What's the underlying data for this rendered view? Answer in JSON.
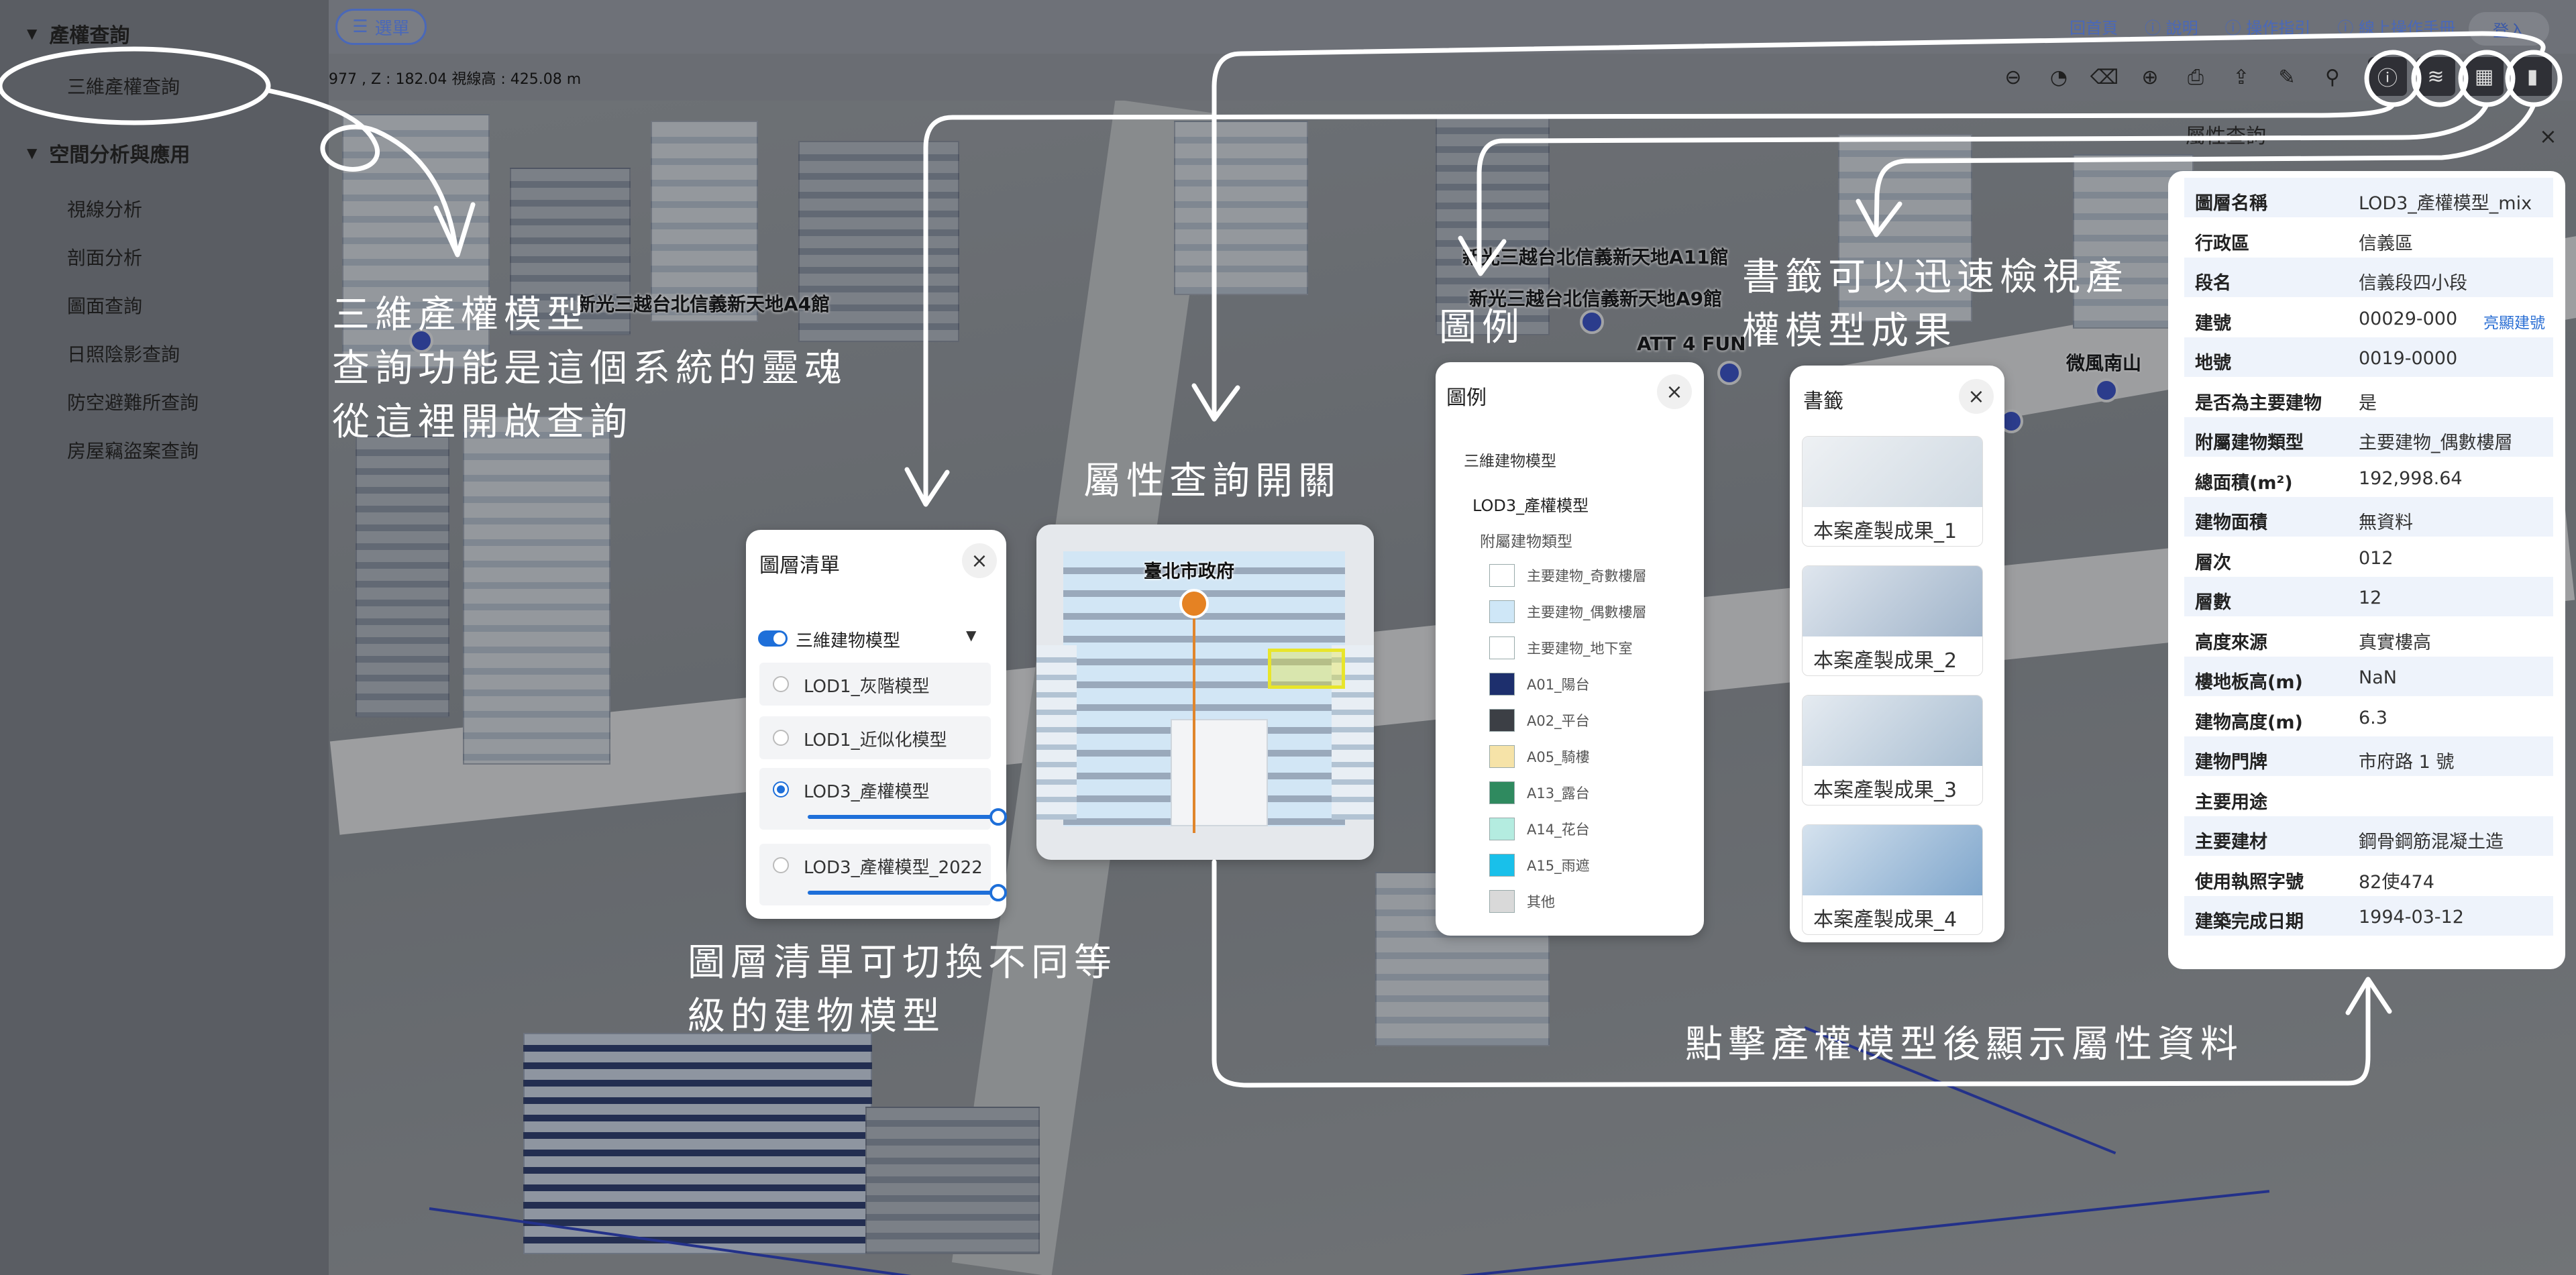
{
  "topbar": {
    "menu_label": "選單",
    "links": [
      "回首頁",
      "說明",
      "操作指引",
      "線上操作手冊"
    ],
    "login_label": "登入",
    "coord_text": "977 , Z : 182.04 視線高 : 425.08 m"
  },
  "sidebar": {
    "groups": [
      {
        "label": "產權查詢",
        "items": [
          "三維產權查詢"
        ]
      },
      {
        "label": "空間分析與應用",
        "items": [
          "視線分析",
          "剖面分析",
          "圖面查詢",
          "日照陰影查詢",
          "防空避難所查詢",
          "房屋竊盜案查詢"
        ]
      }
    ]
  },
  "map_labels": [
    "新光三越台北信義新天地A4館",
    "新光三越台北信義新天地A11館",
    "新光三越台北信義新天地A9館",
    "ATT 4 FUN",
    "微風南山"
  ],
  "layer_panel": {
    "title": "圖層清單",
    "group_label": "三維建物模型",
    "layers": [
      {
        "label": "LOD1_灰階模型",
        "selected": false,
        "slider": false
      },
      {
        "label": "LOD1_近似化模型",
        "selected": false,
        "slider": false
      },
      {
        "label": "LOD3_產權模型",
        "selected": true,
        "slider": true,
        "opacity": 1.0
      },
      {
        "label": "LOD3_產權模型_2022",
        "selected": false,
        "slider": true,
        "opacity": 1.0
      }
    ]
  },
  "inset": {
    "label": "臺北市政府"
  },
  "legend_panel": {
    "title": "圖例",
    "section": "三維建物模型",
    "layer": "LOD3_產權模型",
    "sub": "附屬建物類型",
    "entries": [
      {
        "label": "主要建物_奇數樓層",
        "color": "#ffffff"
      },
      {
        "label": "主要建物_偶數樓層",
        "color": "#cfe7f7"
      },
      {
        "label": "主要建物_地下室",
        "color": "#ffffff"
      },
      {
        "label": "A01_陽台",
        "color": "#1d2f6d"
      },
      {
        "label": "A02_平台",
        "color": "#3c3f45"
      },
      {
        "label": "A05_騎樓",
        "color": "#f6e3a8"
      },
      {
        "label": "A13_露台",
        "color": "#2f8a5f"
      },
      {
        "label": "A14_花台",
        "color": "#b4ece0"
      },
      {
        "label": "A15_雨遮",
        "color": "#19c0ea"
      },
      {
        "label": "其他",
        "color": "#d9d9d9"
      }
    ]
  },
  "bookmark_panel": {
    "title": "書籤",
    "items": [
      "本案產製成果_1",
      "本案產製成果_2",
      "本案產製成果_3",
      "本案產製成果_4"
    ]
  },
  "attribute_panel": {
    "header": "屬性查詢",
    "rows": [
      {
        "key": "圖層名稱",
        "value": "LOD3_產權模型_mix"
      },
      {
        "key": "行政區",
        "value": "信義區"
      },
      {
        "key": "段名",
        "value": "信義段四小段"
      },
      {
        "key": "建號",
        "value": "00029-000",
        "link": "亮顯建號"
      },
      {
        "key": "地號",
        "value": "0019-0000"
      },
      {
        "key": "是否為主要建物",
        "value": "是"
      },
      {
        "key": "附屬建物類型",
        "value": "主要建物_偶數樓層"
      },
      {
        "key": "總面積(m²)",
        "value": "192,998.64"
      },
      {
        "key": "建物面積",
        "value": "無資料"
      },
      {
        "key": "層次",
        "value": "012"
      },
      {
        "key": "層數",
        "value": "12"
      },
      {
        "key": "高度來源",
        "value": "真實樓高"
      },
      {
        "key": "樓地板高(m)",
        "value": "NaN"
      },
      {
        "key": "建物高度(m)",
        "value": "6.3"
      },
      {
        "key": "建物門牌",
        "value": "市府路 1 號"
      },
      {
        "key": "主要用途",
        "value": ""
      },
      {
        "key": "主要建材",
        "value": "鋼骨鋼筋混凝土造"
      },
      {
        "key": "使用執照字號",
        "value": "82使474"
      },
      {
        "key": "建築完成日期",
        "value": "1994-03-12"
      }
    ]
  },
  "annotations": {
    "intro": [
      "三維產權模型",
      "查詢功能是這個系統的靈魂",
      "從這裡開啟查詢"
    ],
    "attr_toggle": "屬性查詢開關",
    "legend": "圖例",
    "bookmark": [
      "書籤可以迅速檢視產",
      "權模型成果"
    ],
    "layerlist": [
      "圖層清單可切換不同等",
      "級的建物模型"
    ],
    "click_attr": "點擊產權模型後顯示屬性資料"
  },
  "colors": {
    "accent": "#1e6fd9",
    "link": "#2b6fd4",
    "annotation": "#ffffff"
  }
}
